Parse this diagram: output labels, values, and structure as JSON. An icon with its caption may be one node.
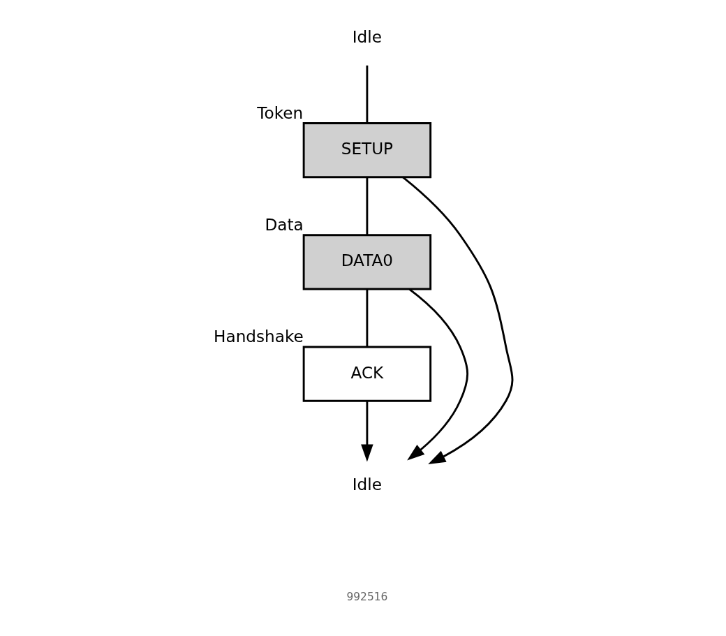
{
  "diagram": {
    "nodes": [
      {
        "text": [
          "Idle"
        ]
      },
      {
        "text": [
          "SETUP"
        ],
        "beside": [
          "Token"
        ]
      },
      {
        "text": [
          "DATA0"
        ],
        "beside": [
          "Data"
        ]
      },
      {
        "text": [
          "ACK"
        ],
        "beside": [
          "Handshake"
        ]
      },
      {
        "text": [
          "Idle"
        ]
      }
    ],
    "edges": [
      {
        "from": 0,
        "to": 1,
        "arrow": "none"
      },
      {
        "from": 1,
        "to": 2,
        "arrow": "none"
      },
      {
        "from": 2,
        "to": 3,
        "arrow": "none"
      },
      {
        "from": 3,
        "to": 4,
        "arrow": "to"
      },
      {
        "from": 1,
        "to": 4,
        "arrow": "to"
      },
      {
        "from": 2,
        "to": 4,
        "arrow": "to"
      }
    ],
    "labels": [
      "992516"
    ]
  }
}
